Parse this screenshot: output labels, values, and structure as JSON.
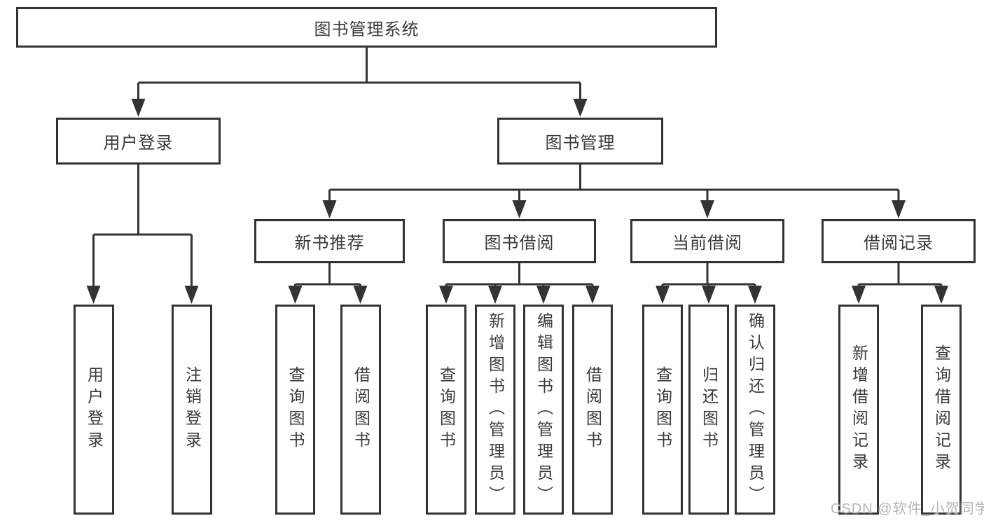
{
  "tree": {
    "root": {
      "label": "图书管理系统",
      "children": [
        {
          "label": "用户登录",
          "children": [
            {
              "label": "用户登录"
            },
            {
              "label": "注销登录"
            }
          ]
        },
        {
          "label": "图书管理",
          "children": [
            {
              "label": "新书推荐",
              "children": [
                {
                  "label": "查询图书"
                },
                {
                  "label": "借阅图书"
                }
              ]
            },
            {
              "label": "图书借阅",
              "children": [
                {
                  "label": "查询图书"
                },
                {
                  "label": "新增图书（管理员）"
                },
                {
                  "label": "编辑图书（管理员）"
                },
                {
                  "label": "借阅图书"
                }
              ]
            },
            {
              "label": "当前借阅",
              "children": [
                {
                  "label": "查询图书"
                },
                {
                  "label": "归还图书"
                },
                {
                  "label": "确认归还（管理员）"
                }
              ]
            },
            {
              "label": "借阅记录",
              "children": [
                {
                  "label": "新增借阅记录"
                },
                {
                  "label": "查询借阅记录"
                }
              ]
            }
          ]
        }
      ]
    }
  },
  "watermark": {
    "text": "CSDN @软件_小贺同学"
  },
  "colors": {
    "line": "#333333",
    "background": "#ffffff",
    "text": "#3a3a3a",
    "watermark": "#b5b5b5"
  }
}
